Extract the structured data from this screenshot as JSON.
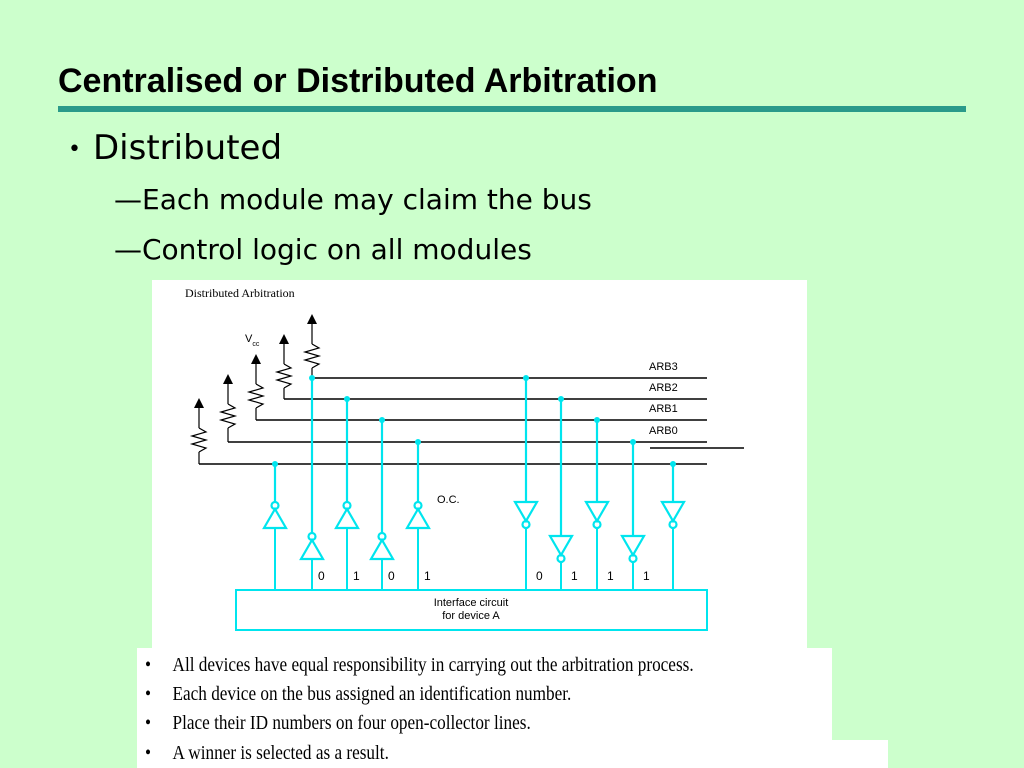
{
  "slide": {
    "title": "Centralised or Distributed Arbitration",
    "bullet": "Distributed",
    "bullet_marker": "•",
    "sub_marker": "—",
    "sub_bullets": [
      "Each module may claim the bus",
      "Control logic on all modules"
    ]
  },
  "diagram": {
    "caption": "Distributed Arbitration",
    "vcc_label": "V",
    "vcc_sub": "cc",
    "line_labels": [
      "ARB3",
      "ARB2",
      "ARB1",
      "ARB0"
    ],
    "oc_label": "O.C.",
    "bits_left": [
      "0",
      "1",
      "0",
      "1"
    ],
    "bits_right": [
      "0",
      "1",
      "1",
      "1"
    ],
    "interface_line1": "Interface circuit",
    "interface_line2": "for device A",
    "colors": {
      "wire": "#000000",
      "driver": "#00e5ee"
    }
  },
  "notes": {
    "marker": "•",
    "items": [
      "All devices have equal responsibility in carrying out the arbitration process.",
      "Each device on the bus assigned an identification number.",
      "Place their  ID numbers on four open-collector lines.",
      "A winner is selected as a result."
    ]
  }
}
